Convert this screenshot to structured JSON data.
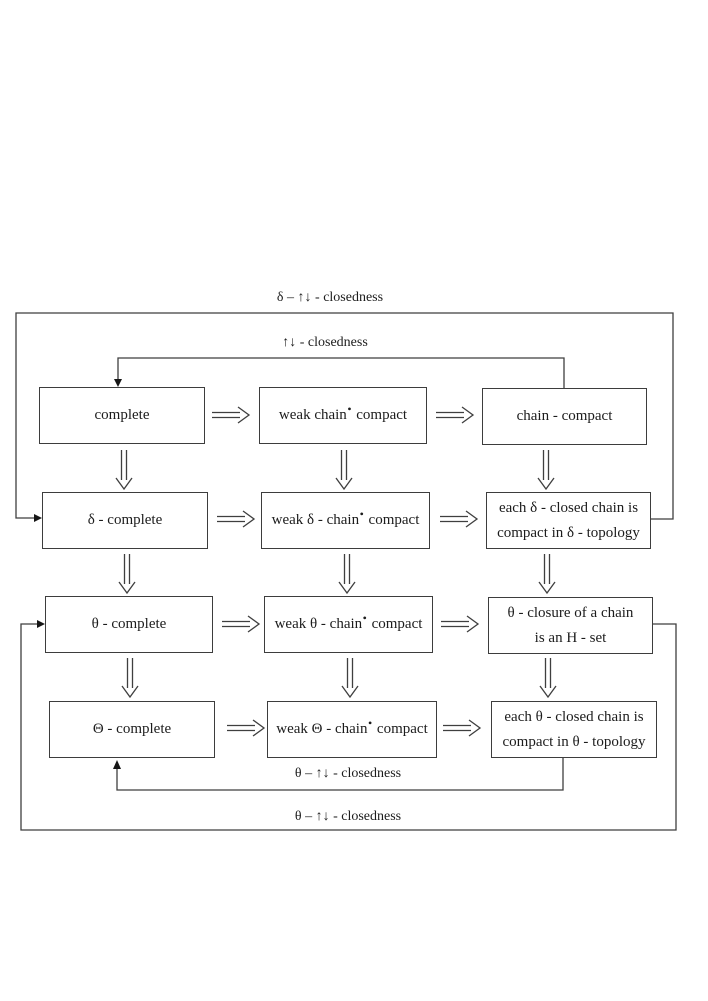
{
  "page": {
    "background": "#ffffff",
    "line_color": "#3f3f3f",
    "text_color": "#1c1c1c"
  },
  "labels": {
    "top_outer": "δ – ↑↓ - closedness",
    "top_inner": "↑↓ - closedness",
    "bottom_inner": "θ – ↑↓ - closedness",
    "bottom_outer": "θ – ↑↓ - closedness"
  },
  "boxes": {
    "complete": {
      "label": "complete"
    },
    "weak_chain_compact": {
      "pre": "weak chain",
      "sup": "•",
      "post": " compact"
    },
    "chain_compact": {
      "label": "chain - compact"
    },
    "delta_complete": {
      "label": "δ - complete"
    },
    "weak_delta_chain_compact": {
      "pre": "weak δ - chain",
      "sup": "•",
      "post": " compact"
    },
    "each_delta_closed": {
      "line1": "each δ - closed chain is",
      "line2": "compact in δ - topology"
    },
    "theta_complete": {
      "label": "θ - complete"
    },
    "weak_theta_chain_compact": {
      "pre": "weak θ - chain",
      "sup": "•",
      "post": " compact"
    },
    "theta_closure": {
      "line1": "θ - closure of a chain",
      "line2": "is an H - set"
    },
    "Theta_complete": {
      "label": "Θ - complete"
    },
    "weak_Theta_chain_compact": {
      "pre": "weak Θ - chain",
      "sup": "•",
      "post": " compact"
    },
    "each_theta_closed": {
      "line1": "each θ - closed chain is",
      "line2": "compact in θ - topology"
    }
  }
}
